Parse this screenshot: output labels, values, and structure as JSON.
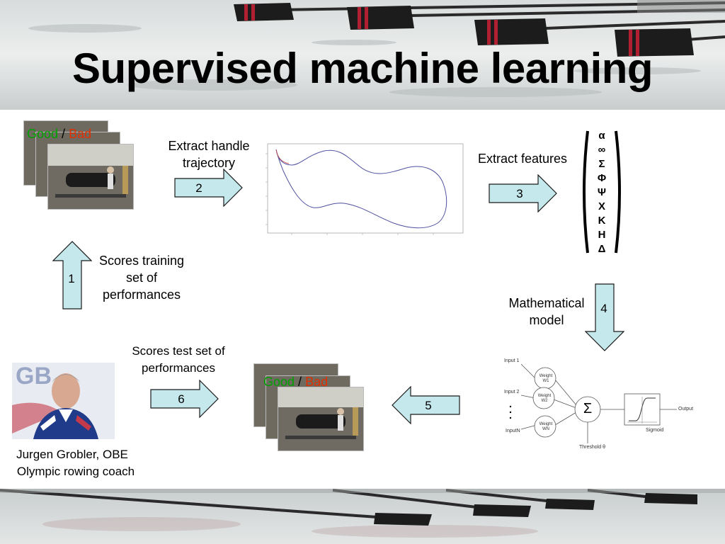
{
  "title": "Supervised machine learning",
  "labels": {
    "good": "Good",
    "slash": " / ",
    "bad": "Bad",
    "extract_handle": "Extract handle trajectory",
    "extract_features": "Extract features",
    "scores_training": "Scores training set of performances",
    "math_model": "Mathematical model",
    "scores_test": "Scores test set of performances",
    "coach_name": "Jurgen Grobler, OBE",
    "coach_role": "Olympic rowing coach"
  },
  "steps": [
    "1",
    "2",
    "3",
    "4",
    "5",
    "6"
  ],
  "features": [
    "α",
    "∞",
    "Σ",
    "Φ",
    "Ψ",
    "Χ",
    "Κ",
    "Η",
    "Δ"
  ],
  "neural": {
    "input1": "Input 1",
    "input2": "Input 2",
    "inputN": "Input",
    "inputN_sub": "N",
    "w1": "Weight",
    "w1_sub": "W1",
    "w2": "Weight",
    "w2_sub": "W2",
    "wN": "Weight",
    "wN_sub": "WN",
    "sum": "Σ",
    "output": "Output",
    "sigmoid": "Sigmoid",
    "threshold": "Threshold θ"
  },
  "colors": {
    "arrow_fill": "#c5e8ec",
    "arrow_stroke": "#1a1a1a",
    "good": "#00a000",
    "bad": "#e03000"
  }
}
